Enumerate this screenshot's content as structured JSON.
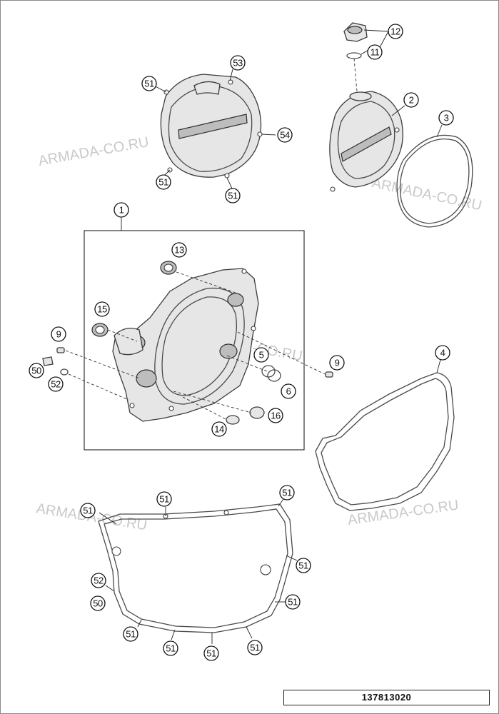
{
  "diagram": {
    "watermark": "ARMADA-CO.RU",
    "reference_number": "137813020",
    "callouts": {
      "c1": "1",
      "c2": "2",
      "c3": "3",
      "c4": "4",
      "c5": "5",
      "c6": "6",
      "c9a": "9",
      "c9b": "9",
      "c11": "11",
      "c12": "12",
      "c13": "13",
      "c14": "14",
      "c15": "15",
      "c16": "16",
      "c50a": "50",
      "c50b": "50",
      "c51a": "51",
      "c51b": "51",
      "c51c": "51",
      "c51d": "51",
      "c51e": "51",
      "c51f": "51",
      "c51g": "51",
      "c51h": "51",
      "c51i": "51",
      "c51j": "51",
      "c51k": "51",
      "c51l": "51",
      "c52a": "52",
      "c52b": "52",
      "c53": "53",
      "c54": "54"
    }
  }
}
